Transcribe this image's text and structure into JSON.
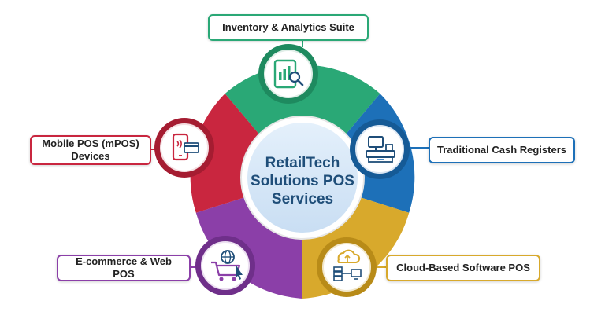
{
  "center": {
    "line1": "RetailTech",
    "line2": "Solutions POS",
    "line3": "Services"
  },
  "segments": [
    {
      "label": "Inventory & Analytics Suite",
      "color": "#2aa876",
      "dark": "#1e8a5f",
      "icon": "tablet-analytics-icon"
    },
    {
      "label": "Traditional Cash Registers",
      "color": "#1d70b8",
      "dark": "#155a96",
      "icon": "cash-register-icon"
    },
    {
      "label": "Cloud-Based Software POS",
      "color": "#d8a92c",
      "dark": "#b88b18",
      "icon": "cloud-network-icon"
    },
    {
      "label": "E-commerce & Web POS",
      "color": "#8b3fa8",
      "dark": "#6f2f8a",
      "icon": "shopping-cart-globe-icon"
    },
    {
      "label_line1": "Mobile POS (mPOS)",
      "label_line2": "Devices",
      "color": "#c9263f",
      "dark": "#a51c31",
      "icon": "mobile-card-payment-icon"
    }
  ]
}
